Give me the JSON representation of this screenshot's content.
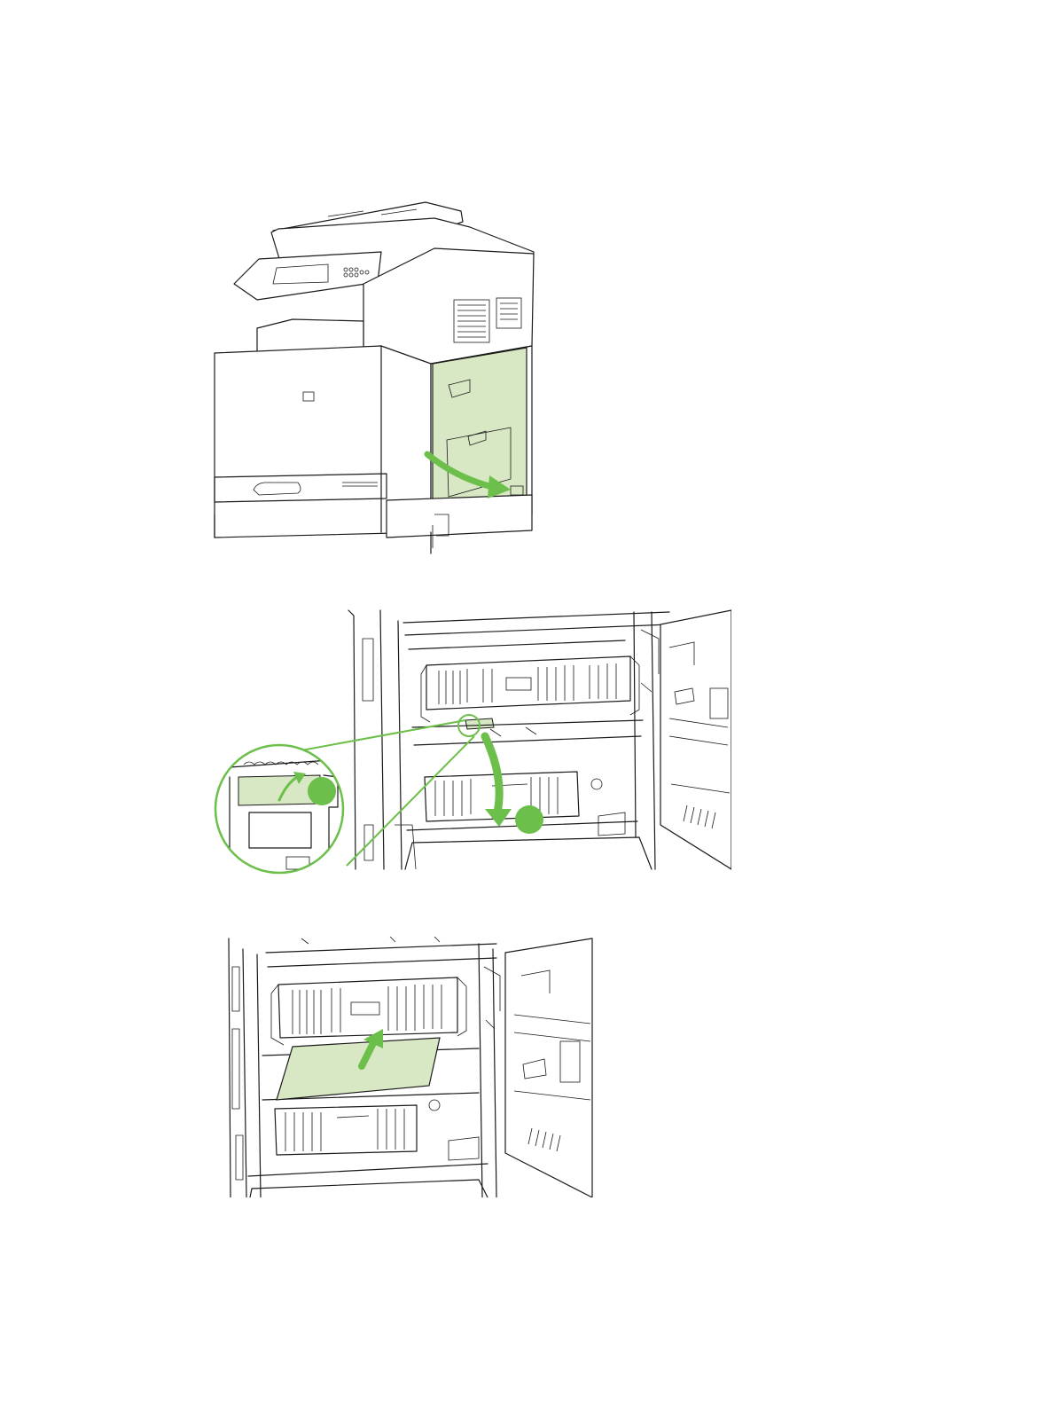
{
  "colors": {
    "highlight_fill": "#d8e8c4",
    "accent_green": "#6cbf4a",
    "line": "#1a1a1a",
    "background": "#ffffff"
  },
  "figures": [
    {
      "name": "open-right-door",
      "icons": [
        "printer-icon",
        "arrow-icon"
      ]
    },
    {
      "name": "lower-fuser-door",
      "icons": [
        "magnifier-callout-icon",
        "callout-dot-icon",
        "curved-arrow-icon"
      ]
    },
    {
      "name": "remove-paper",
      "icons": [
        "paper-sheet-icon",
        "up-arrow-icon"
      ]
    }
  ]
}
